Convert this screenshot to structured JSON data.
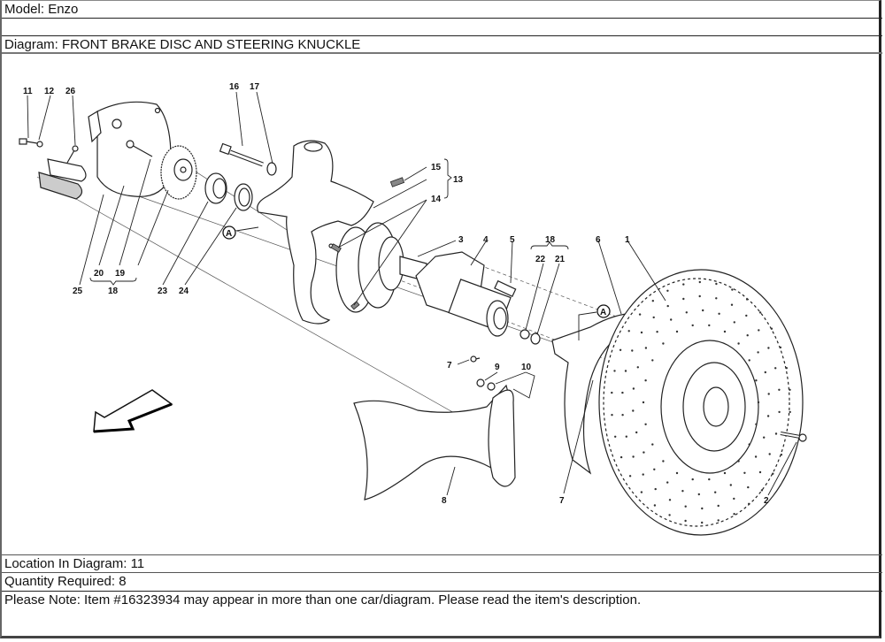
{
  "listing": {
    "model": "Model: Enzo",
    "diagram": "Diagram: FRONT BRAKE DISC AND STEERING KNUCKLE",
    "location": "Location In Diagram: 11",
    "quantity": "Quantity Required: 8",
    "note": "Please Note: Item #16323934 may appear in more than one car/diagram. Please read the item's description."
  },
  "diagram": {
    "callouts": {
      "c1": "1",
      "c2": "2",
      "c3": "3",
      "c4": "4",
      "c5": "5",
      "c6": "6",
      "c7a": "7",
      "c7b": "7",
      "c8": "8",
      "c9": "9",
      "c10": "10",
      "c11": "11",
      "c12": "12",
      "c13": "13",
      "c14": "14",
      "c15": "15",
      "c16": "16",
      "c17": "17",
      "c18a": "18",
      "c18b": "18",
      "c19": "19",
      "c20": "20",
      "c21": "21",
      "c22": "22",
      "c23": "23",
      "c24": "24",
      "c25": "25",
      "c26": "26",
      "refA1": "A",
      "refA2": "A"
    }
  }
}
